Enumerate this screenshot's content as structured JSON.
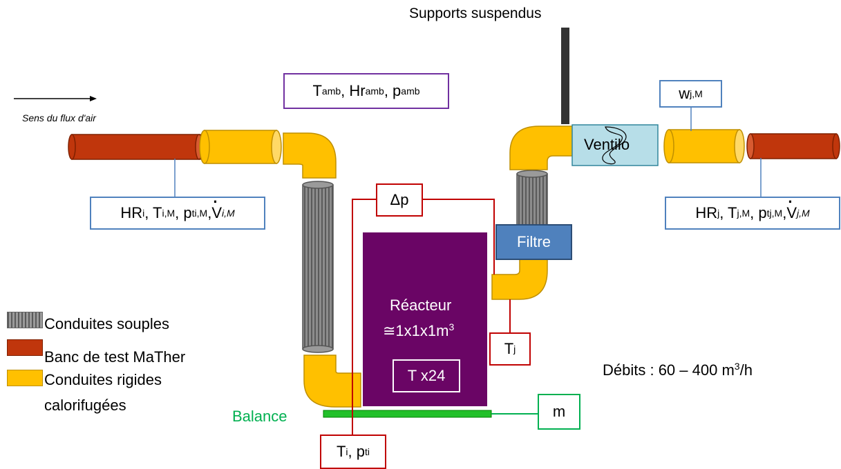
{
  "labels": {
    "supports": "Supports suspendus",
    "flow_direction": "Sens du flux d'air",
    "ventilo": "Ventilo",
    "filtre": "Filtre",
    "reacteur_line1": "Réacteur",
    "reacteur_line2_pre": "≅1x1x1m",
    "reacteur_line2_sup": "3",
    "t_x24": "T x24",
    "balance": "Balance",
    "m": "m",
    "delta_p": "Δp",
    "debits_pre": "Débits : 60 – 400 m",
    "debits_sup": "3",
    "debits_post": "/h"
  },
  "measure_boxes": {
    "ambient": {
      "t": "T",
      "t_sub": "amb",
      "sep1": ", Hr",
      "hr_sub": "amb",
      "sep2": ", p",
      "p_sub": "amb"
    },
    "w": {
      "w": "w",
      "w_sub": "j,M"
    },
    "inlet": {
      "hr": "HR",
      "hr_sub": "i",
      "sep1": ", T",
      "t_sub": "i,M",
      "sep2": ", p",
      "p_sub": "ti,M",
      "sep3": ",",
      "v": "V",
      "v_sub": "i,M"
    },
    "outlet": {
      "hr": "HR",
      "hr_sub": "j",
      "sep1": ", T",
      "t_sub": "j,M",
      "sep2": ", p",
      "p_sub": "tj,M",
      "sep3": ",",
      "v": "V",
      "v_sub": "j,M"
    },
    "tj": {
      "t": "T",
      "t_sub": "j"
    },
    "ti_pti": {
      "t": "T",
      "t_sub": "i",
      "sep": ", p",
      "p_sub": "ti"
    }
  },
  "legend": [
    {
      "label": "Conduites souples",
      "color": "#7f7f7f"
    },
    {
      "label": "Banc de test MaTher",
      "color": "#c0360c"
    },
    {
      "label": "Conduites rigides",
      "color": "#ffc000"
    },
    {
      "label": "calorifugées",
      "color": ""
    }
  ],
  "colors": {
    "rigid_duct": "#ffc000",
    "test_bench": "#c0360c",
    "flex_duct": "#7f7f7f",
    "reactor": "#6a0565",
    "filter": "#4f81bd",
    "fan": "#b7dee8",
    "balance": "#00b050",
    "measure_red": "#c00000",
    "measure_blue": "#4f81bd",
    "measure_purple": "#7030a0",
    "support": "#333333"
  }
}
